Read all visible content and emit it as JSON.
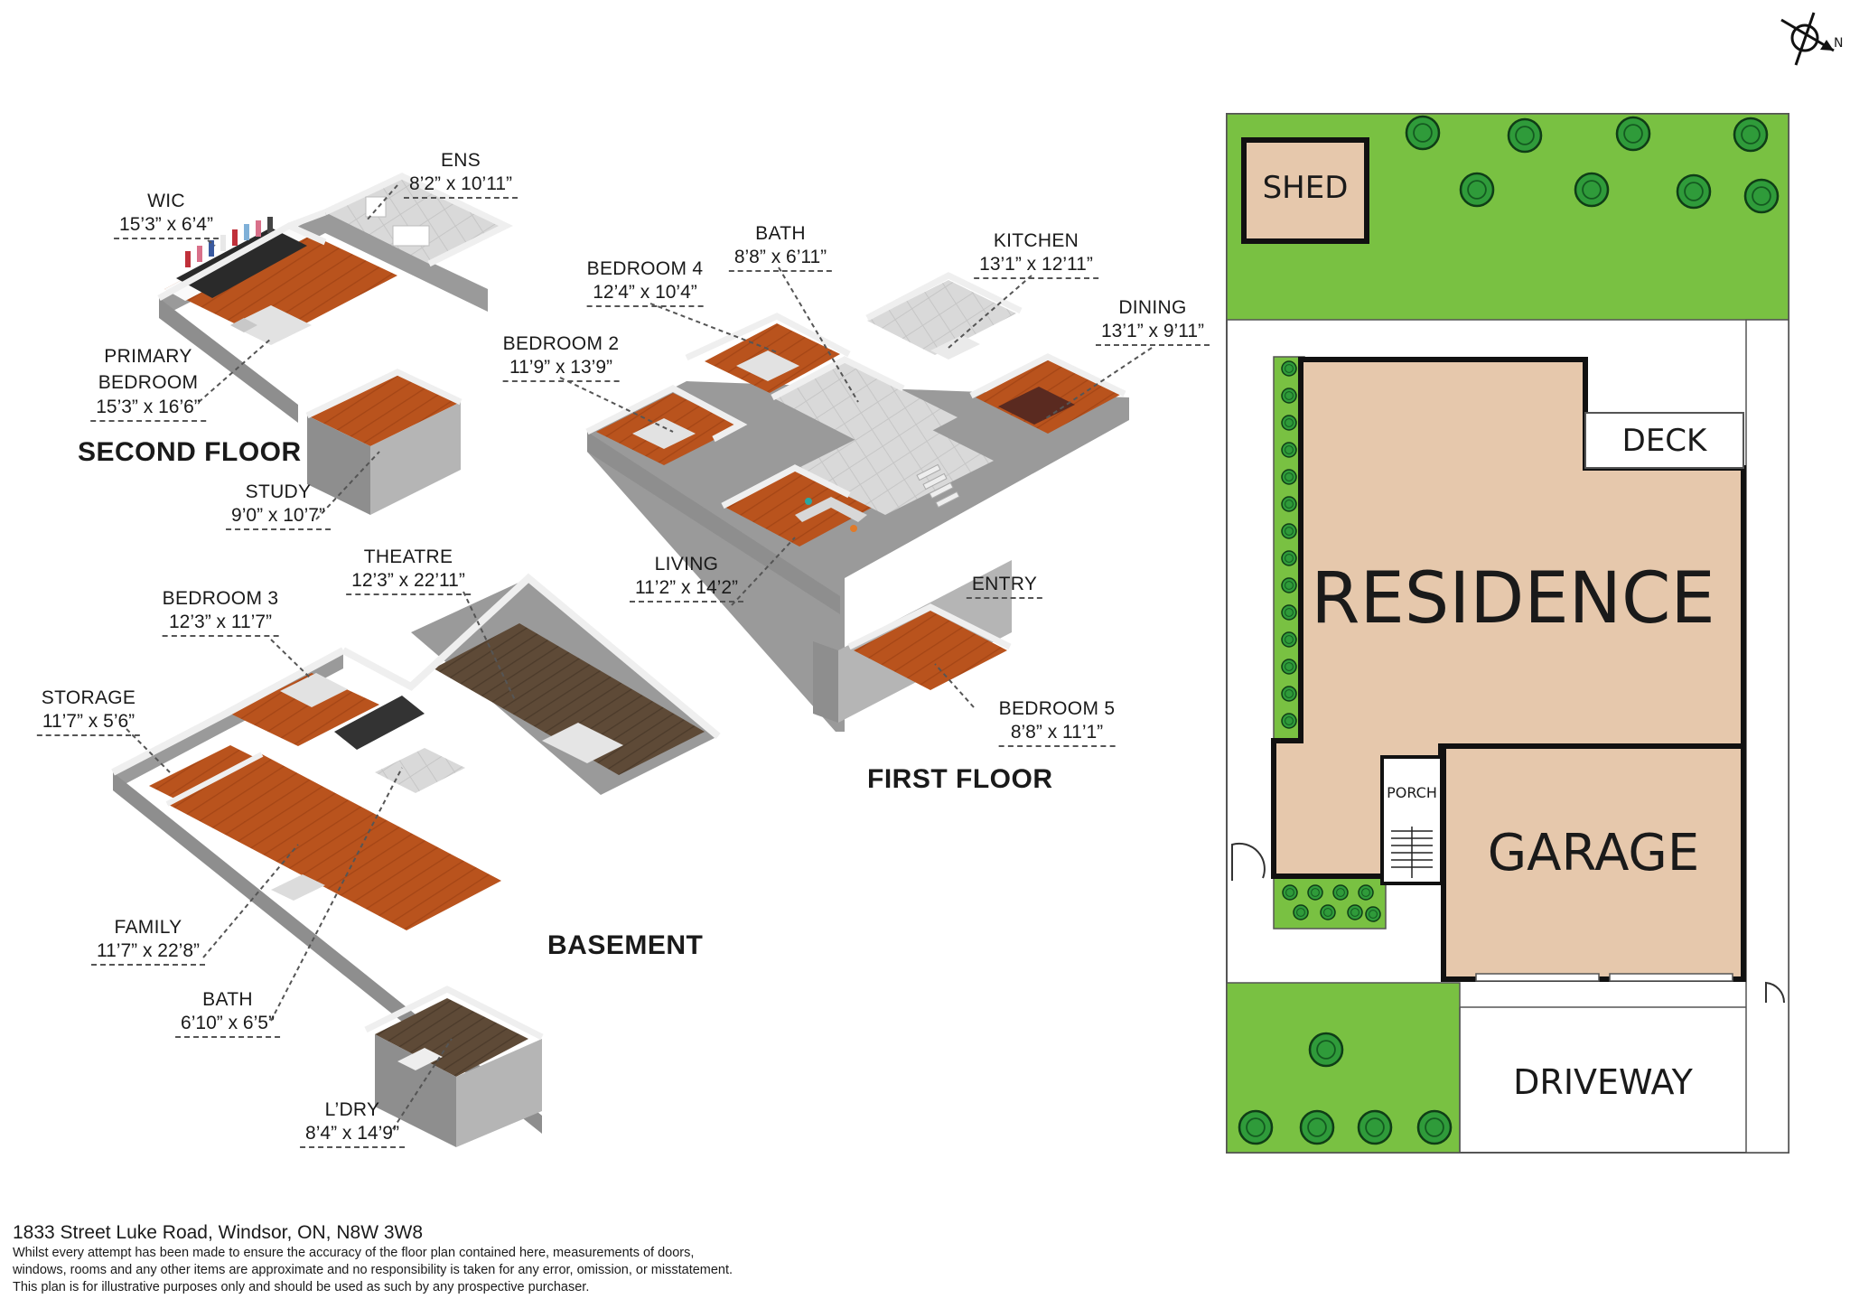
{
  "floors": {
    "second": "SECOND FLOOR",
    "first": "FIRST FLOOR",
    "basement": "BASEMENT"
  },
  "rooms": [
    {
      "id": "wic",
      "name": "WIC",
      "dim": "15’3” x 6’4”"
    },
    {
      "id": "ens",
      "name": "ENS",
      "dim": "8’2” x 10’11”"
    },
    {
      "id": "primary",
      "name": "PRIMARY\nBEDROOM",
      "dim": "15’3” x 16’6”"
    },
    {
      "id": "study",
      "name": "STUDY",
      "dim": "9’0” x 10’7”"
    },
    {
      "id": "bath1",
      "name": "BATH",
      "dim": "8’8” x 6’11”"
    },
    {
      "id": "bed4",
      "name": "BEDROOM 4",
      "dim": "12’4” x 10’4”"
    },
    {
      "id": "kitchen",
      "name": "KITCHEN",
      "dim": "13’1” x 12’11”"
    },
    {
      "id": "dining",
      "name": "DINING",
      "dim": "13’1” x 9’11”"
    },
    {
      "id": "bed2",
      "name": "BEDROOM 2",
      "dim": "11’9” x 13’9”"
    },
    {
      "id": "living",
      "name": "LIVING",
      "dim": "11’2” x 14’2”"
    },
    {
      "id": "entry",
      "name": "ENTRY",
      "dim": ""
    },
    {
      "id": "bed5",
      "name": "BEDROOM 5",
      "dim": "8’8” x 11’1”"
    },
    {
      "id": "theatre",
      "name": "THEATRE",
      "dim": "12’3” x 22’11”"
    },
    {
      "id": "bed3",
      "name": "BEDROOM 3",
      "dim": "12’3” x 11’7”"
    },
    {
      "id": "storage",
      "name": "STORAGE",
      "dim": "11’7” x 5’6”"
    },
    {
      "id": "family",
      "name": "FAMILY",
      "dim": "11’7” x 22’8”"
    },
    {
      "id": "bath2",
      "name": "BATH",
      "dim": "6’10” x 6’5”"
    },
    {
      "id": "ldry",
      "name": "L’DRY",
      "dim": "8’4” x 14’9”"
    }
  ],
  "site": {
    "shed": "SHED",
    "deck": "DECK",
    "residence": "RESIDENCE",
    "porch": "PORCH",
    "garage": "GARAGE",
    "driveway": "DRIVEWAY",
    "compass": "N"
  },
  "colors": {
    "lawn": "#79c142",
    "building": "#e6c8ac",
    "wood": "#b9531d",
    "darkwood": "#5e4a37",
    "tile": "#d7d7d7",
    "wall": "#f2f2f2",
    "wallside": "#9a9a9a",
    "tree": "#2f9b3a"
  },
  "footer": {
    "address": "1833 Street Luke Road, Windsor, ON, N8W 3W8",
    "line1": "Whilst every attempt has been made to ensure the accuracy of the floor plan contained here, measurements of doors,",
    "line2": "windows, rooms and any other items are approximate and no responsibility is taken for any error, omission, or misstatement.",
    "line3": "This plan is for illustrative purposes only and should be used as such by any prospective purchaser."
  }
}
